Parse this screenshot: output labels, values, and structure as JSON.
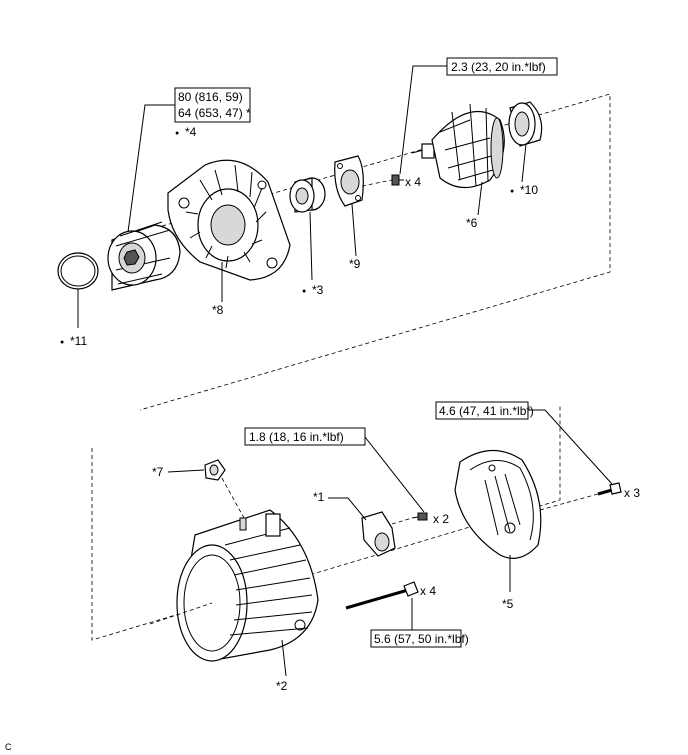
{
  "torque_specs": {
    "pulley_nut_1": "80 (816, 59)",
    "pulley_nut_2": "64 (653, 47) *",
    "rotor_screw": "2.3 (23, 20 in.*lbf)",
    "brush_holder_screw": "1.8 (18, 16 in.*lbf)",
    "rear_cover_bolt": "4.6 (47, 41 in.*lbf)",
    "through_bolt": "5.6 (57, 50 in.*lbf)"
  },
  "quantities": {
    "rotor_screw": "x 4",
    "brush_holder_screw": "x 2",
    "rear_cover_bolt": "x 3",
    "through_bolt": "x 4"
  },
  "part_labels": {
    "p1": "*1",
    "p2": "*2",
    "p3": "*3",
    "p4": "*4",
    "p5": "*5",
    "p6": "*6",
    "p7": "*7",
    "p8": "*8",
    "p9": "*9",
    "p10": "*10",
    "p11": "*11"
  },
  "bullet": "●",
  "corner_mark": "C"
}
